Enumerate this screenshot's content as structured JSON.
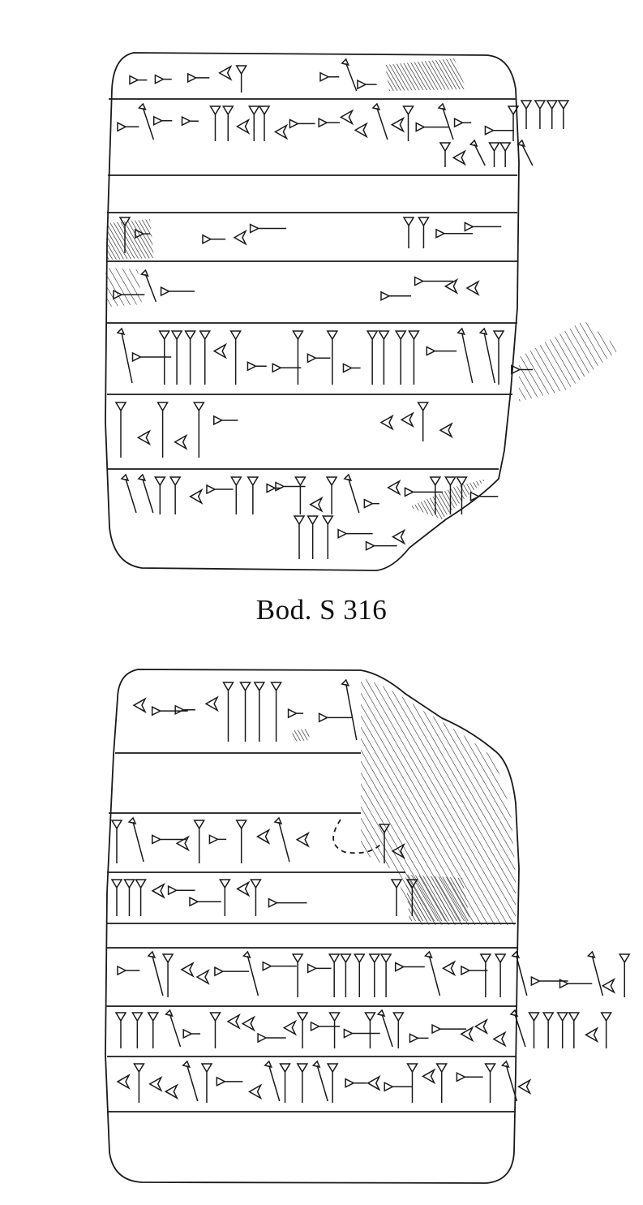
{
  "caption": "Bod. S 316",
  "colors": {
    "ink": "#1a1a1a",
    "paper": "#ffffff",
    "hatch": "#2a2a2a"
  },
  "obverse": {
    "row_count": 8
  },
  "reverse": {
    "row_count": 8
  }
}
